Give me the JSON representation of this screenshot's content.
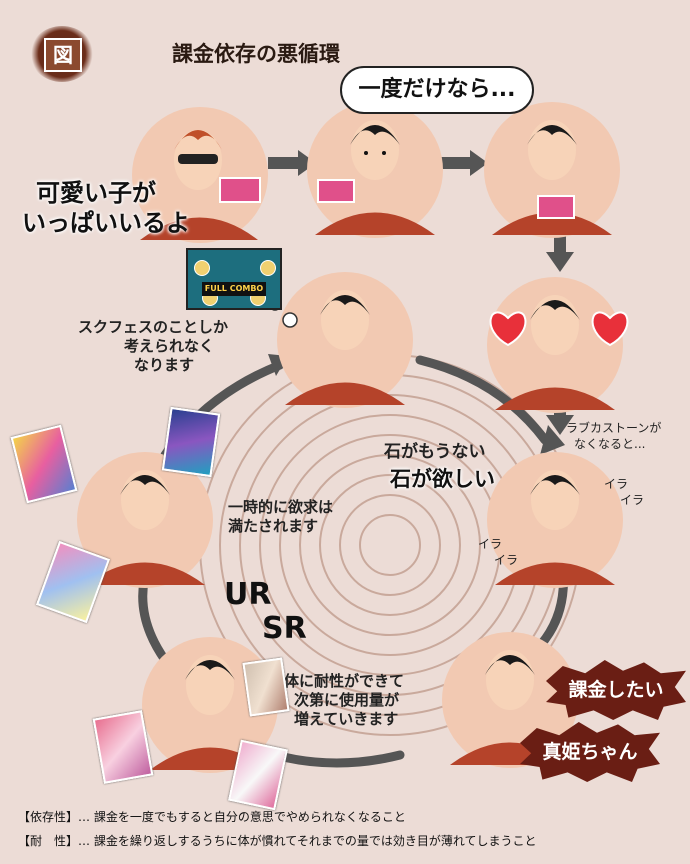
{
  "header": {
    "fig_label": "図",
    "title": "課金依存の悪循環"
  },
  "speech": {
    "ichido": "一度だけなら..."
  },
  "captions": {
    "kawaii_line1": "可愛い子が",
    "kawaii_line2": "いっぱいいるよ",
    "sukufesu_line1": "スクフェスのことしか",
    "sukufesu_line2": "考えられなく",
    "sukufesu_line3": "なります",
    "game_full_combo": "FULL COMBO",
    "lovecastone_line1": "ラブカストーンが",
    "lovecastone_line2": "なくなると...",
    "ishi_line1": "石がもうない",
    "ishi_line2": "石が欲しい",
    "ira_top_1": "イラ",
    "ira_top_2": "イラ",
    "ira_bottom_1": "イラ",
    "ira_bottom_2": "イラ",
    "ichiji_line1": "一時的に欲求は",
    "ichiji_line2": "満たされます",
    "ur": "UR",
    "sr": "SR",
    "taisei_line1": "体に耐性ができて",
    "taisei_line2": "次第に使用量が",
    "taisei_line3": "増えていきます",
    "kakin_shitai": "課金したい",
    "maki_chan": "真姫ちゃん"
  },
  "footer": {
    "line1": "【依存性】… 課金を一度でもすると自分の意思でやめられなくなること",
    "line2": "【耐　性】… 課金を繰り返しするうちに体が慣れてそれまでの量では効き目が薄れてしまうこと"
  },
  "colors": {
    "background": "#ecdcd6",
    "circle": "#f2c9b2",
    "shirt": "#b5432a",
    "skin": "#f7d3b8",
    "hair": "#1a1a1a",
    "arrow": "#555555",
    "burst": "#6a1e14",
    "heart": "#e8303a"
  }
}
